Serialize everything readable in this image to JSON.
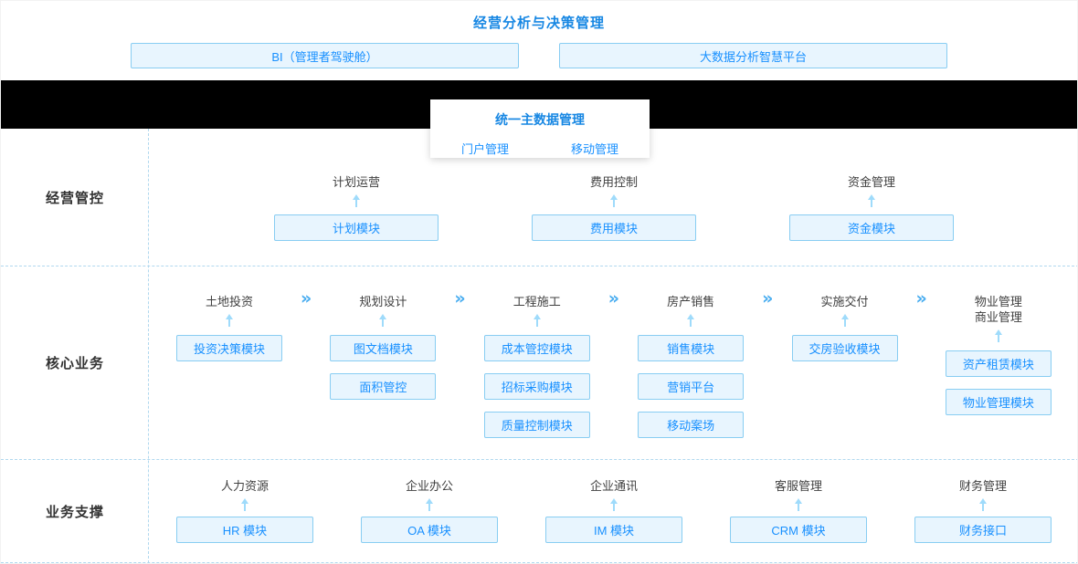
{
  "colors": {
    "accent_blue": "#1890ff",
    "title_blue": "#1787e3",
    "box_fill": "#e8f5fe",
    "box_border": "#88cdf2",
    "arrow_blue": "#9fdbfb",
    "dashed_line": "#b0d8ef",
    "bar_black": "#000000"
  },
  "top": {
    "title": "经营分析与决策管理",
    "boxes": [
      "BI（管理者驾驶舱）",
      "大数据分析智慧平台"
    ]
  },
  "master": {
    "title": "统一主数据管理",
    "links": [
      "门户管理",
      "移动管理"
    ]
  },
  "rows": [
    {
      "label": "经营管控",
      "columns": [
        {
          "header": "计划运营",
          "modules": [
            "计划模块"
          ]
        },
        {
          "header": "费用控制",
          "modules": [
            "费用模块"
          ]
        },
        {
          "header": "资金管理",
          "modules": [
            "资金模块"
          ]
        }
      ]
    },
    {
      "label": "核心业务",
      "chevron_separator": "»",
      "columns": [
        {
          "header": "土地投资",
          "modules": [
            "投资决策模块"
          ]
        },
        {
          "header": "规划设计",
          "modules": [
            "图文档模块",
            "面积管控"
          ]
        },
        {
          "header": "工程施工",
          "modules": [
            "成本管控模块",
            "招标采购模块",
            "质量控制模块"
          ]
        },
        {
          "header": "房产销售",
          "modules": [
            "销售模块",
            "营销平台",
            "移动案场"
          ]
        },
        {
          "header": "实施交付",
          "modules": [
            "交房验收模块"
          ]
        },
        {
          "header": "物业管理\n商业管理",
          "modules": [
            "资产租赁模块",
            "物业管理模块"
          ]
        }
      ]
    },
    {
      "label": "业务支撑",
      "columns": [
        {
          "header": "人力资源",
          "modules": [
            "HR 模块"
          ]
        },
        {
          "header": "企业办公",
          "modules": [
            "OA 模块"
          ]
        },
        {
          "header": "企业通讯",
          "modules": [
            "IM 模块"
          ]
        },
        {
          "header": "客服管理",
          "modules": [
            "CRM 模块"
          ]
        },
        {
          "header": "财务管理",
          "modules": [
            "财务接口"
          ]
        }
      ]
    }
  ]
}
